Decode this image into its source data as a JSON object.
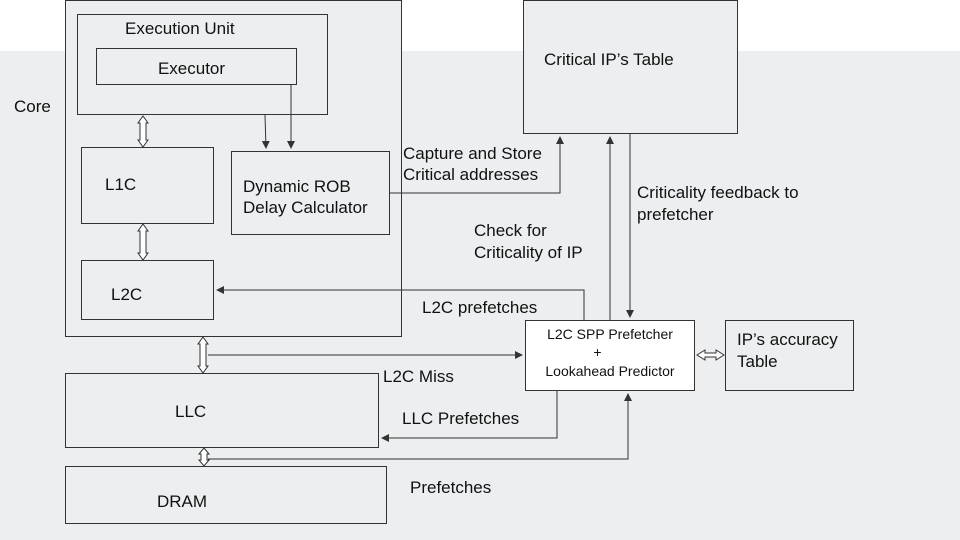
{
  "core_label": "Core",
  "execution_unit": "Execution Unit",
  "executor": "Executor",
  "l1c": "L1C",
  "rob_calc": [
    "Dynamic ROB",
    "Delay Calculator"
  ],
  "l2c": "L2C",
  "llc": "LLC",
  "dram": "DRAM",
  "critical_table": "Critical IP’s Table",
  "capture_store": [
    "Capture and Store",
    "Critical addresses"
  ],
  "check_criticality": [
    "Check for",
    "Criticality of IP"
  ],
  "criticality_feedback": [
    "Criticality feedback to",
    "prefetcher"
  ],
  "l2c_prefetches": "L2C prefetches",
  "prefetcher_box": [
    "L2C SPP Prefetcher",
    "+",
    "Lookahead Predictor"
  ],
  "ip_accuracy": [
    "IP’s accuracy",
    "Table"
  ],
  "l2c_miss": "L2C Miss",
  "llc_prefetches": "LLC Prefetches",
  "prefetches": "Prefetches"
}
